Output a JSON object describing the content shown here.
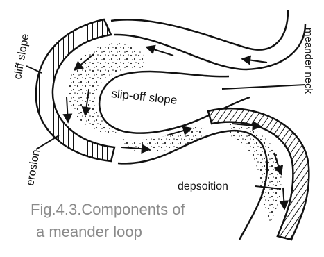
{
  "labels": {
    "cliff_slope": "cliff slope",
    "erosion": "erosion",
    "slip_off_slope": "slip-off slope",
    "meander_neck": "meander neck",
    "deposition": "depsoition"
  },
  "caption": {
    "line1": "Fig.4.3.Components of",
    "line2": "a meander loop"
  },
  "colors": {
    "ink": "#111111",
    "caption": "#8a8a8a",
    "background": "#ffffff"
  }
}
